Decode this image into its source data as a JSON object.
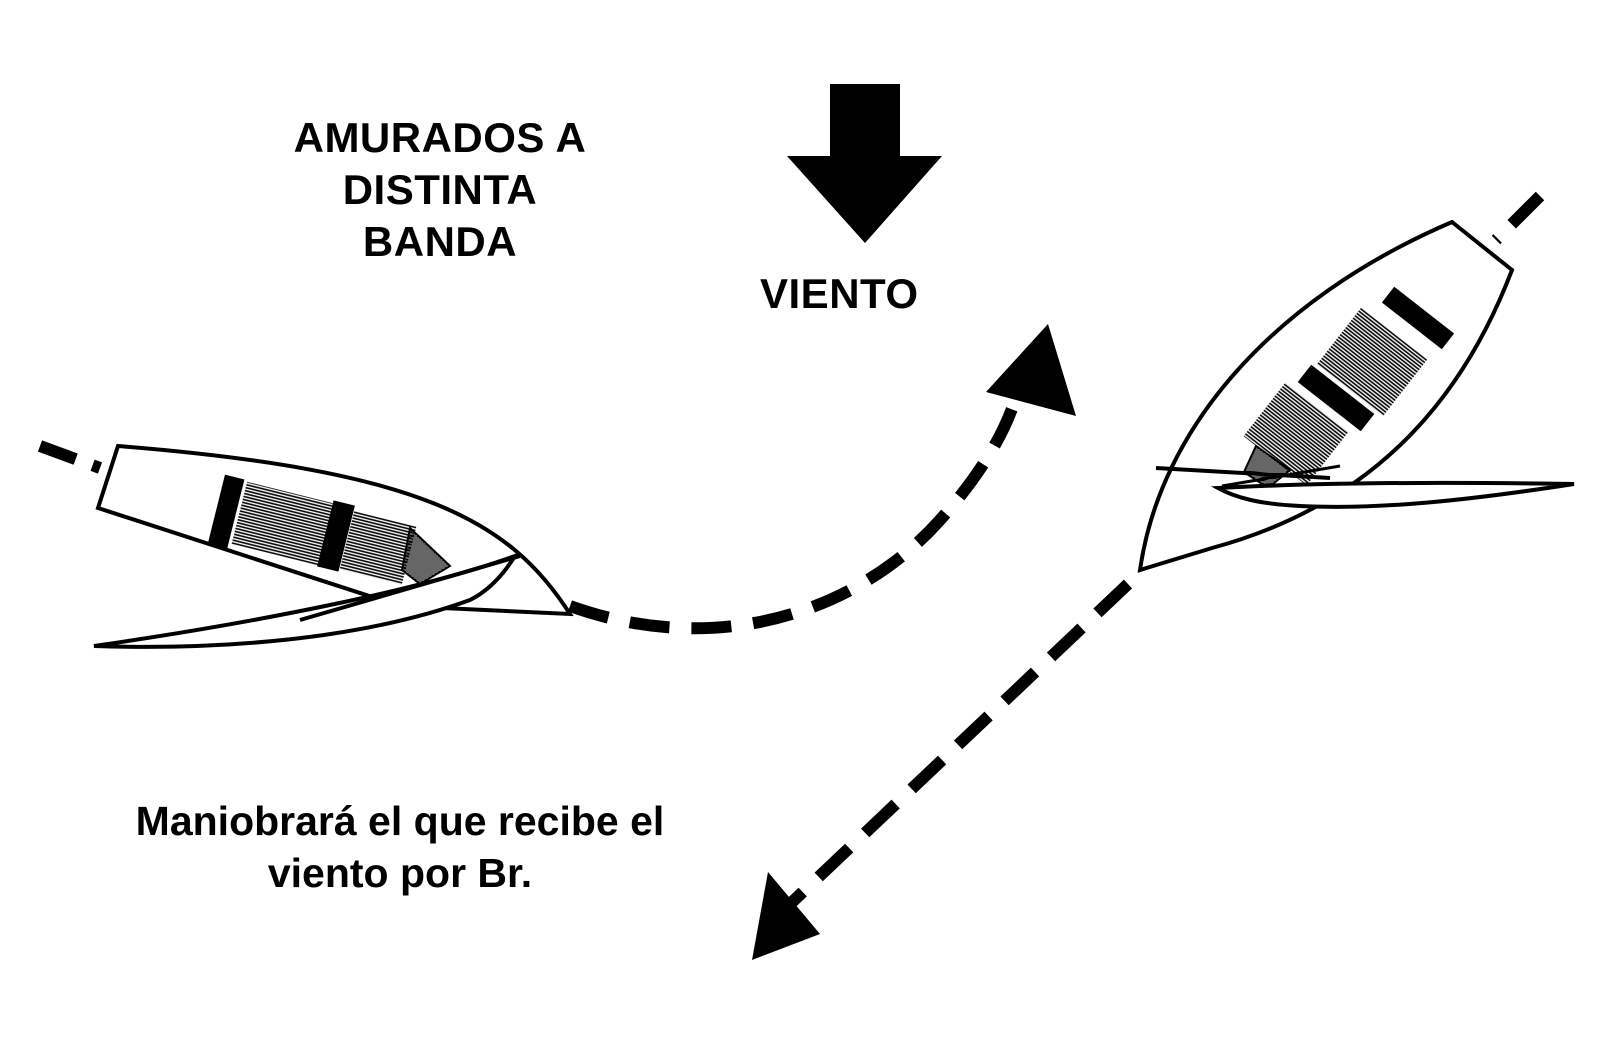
{
  "heading": {
    "lines": [
      "AMURADOS A",
      "DISTINTA",
      "BANDA"
    ]
  },
  "wind": {
    "label": "VIENTO"
  },
  "rule": {
    "lines": [
      "Maniobrará el que recibe el",
      "viento por Br."
    ]
  },
  "colors": {
    "ink": "#000000",
    "paper": "#ffffff"
  }
}
